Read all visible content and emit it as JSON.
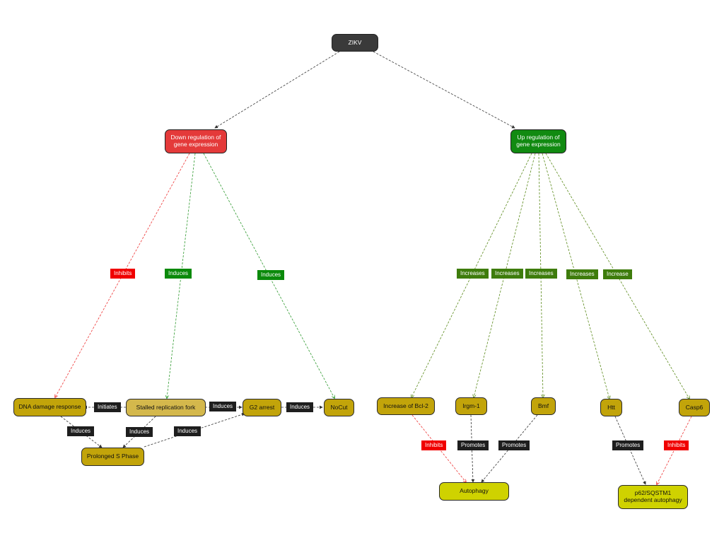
{
  "colors": {
    "inhibits": "#f00000",
    "induces": "#0b8a0b",
    "increases": "#3e7c0c",
    "neutral": "#1e1e1e",
    "edge_black": "#333333",
    "edge_red": "#ee3333",
    "edge_green": "#2f9a2f",
    "edge_olive": "#5a8a1a"
  },
  "nodes": {
    "zikv": "ZIKV",
    "down_regulation": "Down regulation of gene expression",
    "up_regulation": "Up regulation of gene expression",
    "dna_damage": "DNA damage response",
    "stalled_fork": "Stalled replication fork",
    "g2_arrest": "G2 arrest",
    "nocut": "NoCut",
    "prolonged_s": "Prolonged S Phase",
    "bcl2": "Increase of Bcl-2",
    "irgm1": "Irgm-1",
    "bmf": "Bmf",
    "htt": "Htt",
    "casp6": "Casp6",
    "autophagy": "Autophagy",
    "p62": "p62/SQSTM1 dependent autophagy"
  },
  "edge_labels": {
    "down_inhibits": "Inhibits",
    "down_induces_fork": "Induces",
    "down_induces_nocut": "Induces",
    "up_increases_bcl2": "Increases",
    "up_increases_irgm1": "Increases",
    "up_increases_bmf": "Increases",
    "up_increases_htt": "Increases",
    "up_increase_casp6": "Increase",
    "fork_initiates_dna": "Initiates",
    "fork_induces_g2": "Induces",
    "g2_induces_nocut": "Induces",
    "dna_induces_s": "Induces",
    "fork_induces_s": "Induces",
    "s_induces_g2": "Induces",
    "bcl2_inhibits": "Inhibits",
    "irgm1_promotes": "Promotes",
    "bmf_promotes": "Promotes",
    "htt_promotes": "Promotes",
    "casp6_inhibits": "Inhibits"
  }
}
